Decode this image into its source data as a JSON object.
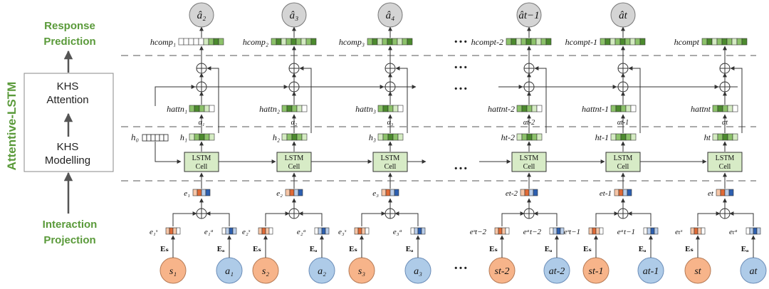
{
  "side_title": "Attentive-LSTM",
  "layers": {
    "response_prediction": [
      "Response",
      "Prediction"
    ],
    "khs_attention": [
      "KHS",
      "Attention"
    ],
    "khs_modelling": [
      "KHS",
      "Modelling"
    ],
    "interaction_projection": [
      "Interaction",
      "Projection"
    ]
  },
  "initial_state": "h₀",
  "lstm_cell_label": [
    "LSTM",
    "Cell"
  ],
  "ellipsis": "…",
  "embedding_labels": {
    "skill": "Eₛ",
    "answer": "Eₐ"
  },
  "timesteps": [
    {
      "skill": "s₁",
      "answer": "a₁",
      "e": "e₁",
      "es": "e₁ˢ",
      "ea": "e₁ᵃ",
      "h": "h₁",
      "alpha": "α₁",
      "hattn": "hattn₁",
      "hcomp": "hcomp₁",
      "pred": "â₂"
    },
    {
      "skill": "s₂",
      "answer": "a₂",
      "e": "e₂",
      "es": "e₂ˢ",
      "ea": "e₂ᵃ",
      "h": "h₂",
      "alpha": "α₂",
      "hattn": "hattn₂",
      "hcomp": "hcomp₂",
      "pred": "â₃"
    },
    {
      "skill": "s₃",
      "answer": "a₃",
      "e": "e₃",
      "es": "e₃ˢ",
      "ea": "e₃ᵃ",
      "h": "h₃",
      "alpha": "α₃",
      "hattn": "hattn₃",
      "hcomp": "hcomp₃",
      "pred": "â₄"
    },
    {
      "skill": "st-2",
      "answer": "at-2",
      "e": "et-2",
      "es": "eˢt−2",
      "ea": "eᵃt−2",
      "h": "ht-2",
      "alpha": "αt-2",
      "hattn": "hattnt-2",
      "hcomp": "hcompt-2",
      "pred": "ât−1"
    },
    {
      "skill": "st-1",
      "answer": "at-1",
      "e": "et-1",
      "es": "eˢt−1",
      "ea": "eᵃt−1",
      "h": "ht-1",
      "alpha": "αt-1",
      "hattn": "hattnt-1",
      "hcomp": "hcompt-1",
      "pred": "ât"
    },
    {
      "skill": "st",
      "answer": "at",
      "e": "et",
      "es": "eₜˢ",
      "ea": "eₜᵃ",
      "h": "ht",
      "alpha": "αt",
      "hattn": "hattnt",
      "hcomp": "hcompt",
      "pred": ""
    }
  ],
  "colors": {
    "green_dark": "#4c8a2e",
    "green_mid": "#8cc26a",
    "green_light": "#d4ebc2",
    "orange_dark": "#e06a36",
    "orange_light": "#f6c6a8",
    "blue_dark": "#2d5fb0",
    "blue_light": "#b9cde9",
    "skill_circle": "#f7b48a",
    "answer_circle": "#aecbe8",
    "pred_circle": "#d4d4d4",
    "lstm_cell": "#d7ebc6",
    "side_text": "#5a9a3a"
  }
}
